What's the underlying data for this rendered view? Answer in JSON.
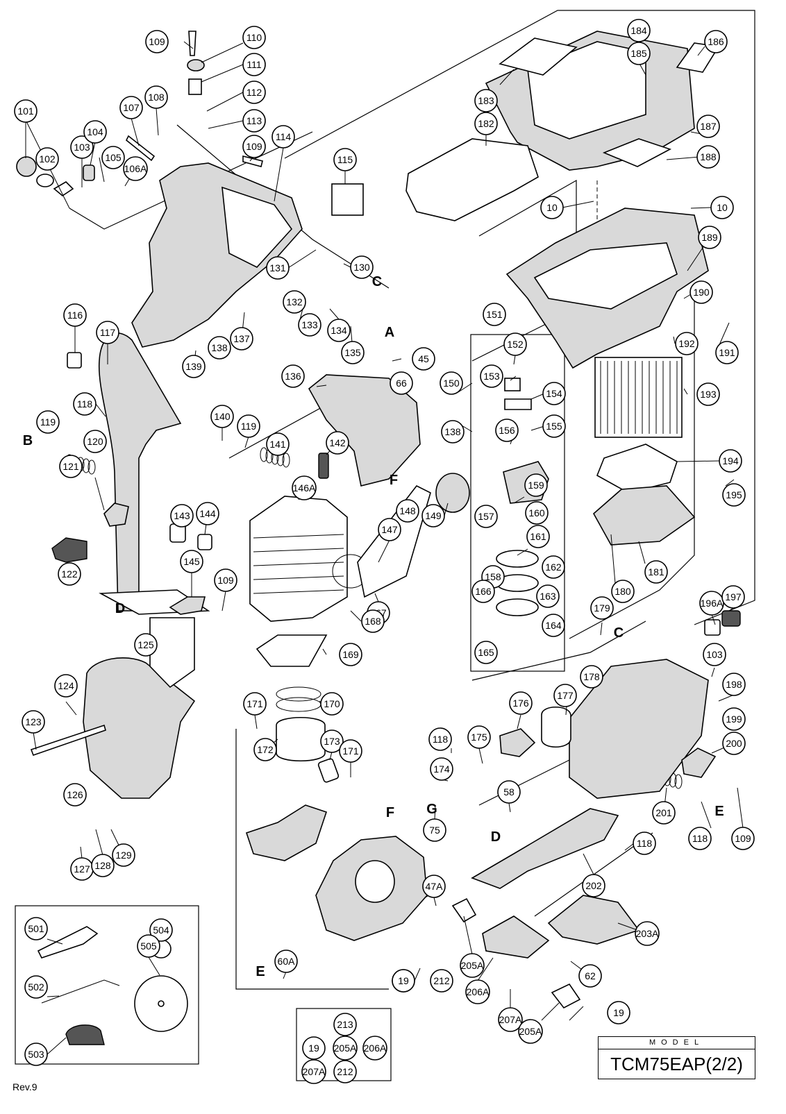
{
  "model": {
    "label": "MODEL",
    "name": "TCM75EAP(2/2)"
  },
  "revision": "Rev.9",
  "view_letters": [
    "A",
    "B",
    "C",
    "C",
    "D",
    "D",
    "E",
    "E",
    "F",
    "F",
    "G"
  ],
  "callouts": [
    "109",
    "110",
    "111",
    "112",
    "113",
    "114",
    "108",
    "107",
    "101",
    "102",
    "103",
    "104",
    "105",
    "106A",
    "109",
    "115",
    "184",
    "185",
    "186",
    "183",
    "182",
    "187",
    "188",
    "10",
    "10",
    "189",
    "130",
    "131",
    "132",
    "133",
    "134",
    "135",
    "137",
    "138",
    "139",
    "116",
    "117",
    "118",
    "119",
    "120",
    "121",
    "122",
    "140",
    "119",
    "141",
    "142",
    "143",
    "144",
    "146A",
    "145",
    "109",
    "136",
    "45",
    "66",
    "150",
    "138",
    "151",
    "152",
    "153",
    "154",
    "155",
    "156",
    "157",
    "159",
    "160",
    "161",
    "158",
    "162",
    "163",
    "164",
    "165",
    "166",
    "149",
    "148",
    "147",
    "167",
    "168",
    "169",
    "190",
    "191",
    "192",
    "193",
    "194",
    "195",
    "181",
    "180",
    "196A",
    "197",
    "179",
    "103",
    "178",
    "177",
    "176",
    "198",
    "199",
    "200",
    "201",
    "118",
    "109",
    "125",
    "124",
    "123",
    "126",
    "127",
    "128",
    "129",
    "171",
    "170",
    "172",
    "173",
    "171",
    "118",
    "175",
    "174",
    "75",
    "58",
    "202",
    "118",
    "60A",
    "47A",
    "205A",
    "206A",
    "207A",
    "205A",
    "212",
    "19",
    "212",
    "19",
    "203A",
    "62",
    "501",
    "504",
    "505",
    "502",
    "503",
    "213",
    "19",
    "205A",
    "206A",
    "207A",
    "212"
  ]
}
